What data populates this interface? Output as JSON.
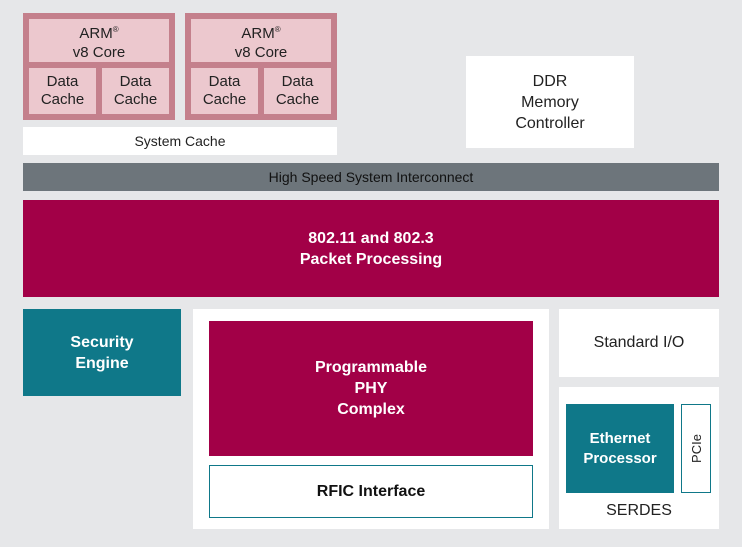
{
  "cluster1": {
    "core": {
      "name": "ARM",
      "mark": "®",
      "line2": "v8 Core"
    },
    "cache_left": "Data\nCache",
    "cache_right": "Data\nCache"
  },
  "cluster2": {
    "core": {
      "name": "ARM",
      "mark": "®",
      "line2": "v8 Core"
    },
    "cache_left": "Data\nCache",
    "cache_right": "Data\nCache"
  },
  "system_cache": "System Cache",
  "ddr_controller": "DDR\nMemory\nController",
  "interconnect": "High Speed System Interconnect",
  "packet_processing": "802.11 and 802.3\nPacket Processing",
  "security_engine": "Security\nEngine",
  "phy_complex": "Programmable\nPHY\nComplex",
  "rfic_interface": "RFIC Interface",
  "standard_io": "Standard I/O",
  "ethernet_processor": "Ethernet\nProcessor",
  "pcie": "PCIe",
  "serdes": "SERDES",
  "colors": {
    "magenta": "#a20047",
    "teal": "#0f7889",
    "gray_bar": "#6d757b",
    "pink_frame": "#c4808c",
    "pink_fill": "#ecc8ce",
    "background": "#e6e7e9"
  }
}
